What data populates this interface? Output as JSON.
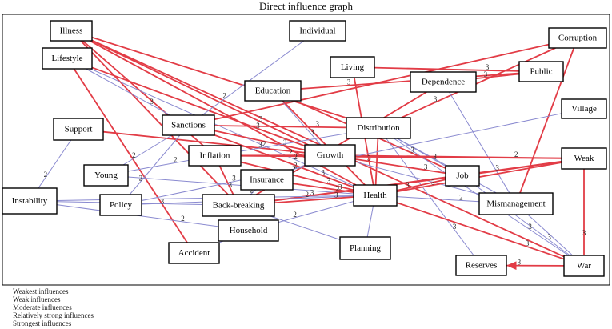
{
  "title": "Direct influence graph",
  "nodes": [
    {
      "id": "illness",
      "label": "Illness"
    },
    {
      "id": "individual",
      "label": "Individual"
    },
    {
      "id": "corruption",
      "label": "Corruption"
    },
    {
      "id": "lifestyle",
      "label": "Lifestyle"
    },
    {
      "id": "living",
      "label": "Living"
    },
    {
      "id": "public",
      "label": "Public"
    },
    {
      "id": "dependence",
      "label": "Dependence"
    },
    {
      "id": "education",
      "label": "Education"
    },
    {
      "id": "village",
      "label": "Village"
    },
    {
      "id": "support",
      "label": "Support"
    },
    {
      "id": "sanctions",
      "label": "Sanctions"
    },
    {
      "id": "distribution",
      "label": "Distribution"
    },
    {
      "id": "inflation",
      "label": "Inflation"
    },
    {
      "id": "growth",
      "label": "Growth"
    },
    {
      "id": "weak",
      "label": "Weak"
    },
    {
      "id": "young",
      "label": "Young"
    },
    {
      "id": "insurance",
      "label": "Insurance"
    },
    {
      "id": "job",
      "label": "Job"
    },
    {
      "id": "instability",
      "label": "Instability"
    },
    {
      "id": "policy",
      "label": "Policy"
    },
    {
      "id": "backbreaking",
      "label": "Back-breaking"
    },
    {
      "id": "health",
      "label": "Health"
    },
    {
      "id": "mismanagement",
      "label": "Mismanagement"
    },
    {
      "id": "household",
      "label": "Household"
    },
    {
      "id": "planning",
      "label": "Planning"
    },
    {
      "id": "accident",
      "label": "Accident"
    },
    {
      "id": "reserves",
      "label": "Reserves"
    },
    {
      "id": "war",
      "label": "War"
    }
  ],
  "edges": [
    {
      "from": "illness",
      "to": "growth",
      "strength": "strongest",
      "label": "3"
    },
    {
      "from": "illness",
      "to": "health",
      "strength": "strongest",
      "label": ""
    },
    {
      "from": "illness",
      "to": "backbreaking",
      "strength": "strongest",
      "label": ""
    },
    {
      "from": "illness",
      "to": "distribution",
      "strength": "strongest",
      "label": "3"
    },
    {
      "from": "illness",
      "to": "war",
      "strength": "strongest",
      "label": ""
    },
    {
      "from": "illness",
      "to": "inflation",
      "strength": "strongest",
      "label": ""
    },
    {
      "from": "lifestyle",
      "to": "accident",
      "strength": "strongest",
      "label": "3"
    },
    {
      "from": "lifestyle",
      "to": "health",
      "strength": "moderate",
      "label": "2"
    },
    {
      "from": "lifestyle",
      "to": "sanctions",
      "strength": "moderate",
      "label": "3"
    },
    {
      "from": "lifestyle",
      "to": "growth",
      "strength": "strongest",
      "label": "3"
    },
    {
      "from": "individual",
      "to": "sanctions",
      "strength": "moderate",
      "label": "2"
    },
    {
      "from": "corruption",
      "to": "sanctions",
      "strength": "strongest",
      "label": ""
    },
    {
      "from": "corruption",
      "to": "mismanagement",
      "strength": "strongest",
      "label": ""
    },
    {
      "from": "corruption",
      "to": "distribution",
      "strength": "strongest",
      "label": "3"
    },
    {
      "from": "living",
      "to": "public",
      "strength": "strongest",
      "label": "3"
    },
    {
      "from": "living",
      "to": "health",
      "strength": "strongest",
      "label": "3"
    },
    {
      "from": "public",
      "to": "education",
      "strength": "strongest",
      "label": "3"
    },
    {
      "from": "public",
      "to": "dependence",
      "strength": "strongest",
      "label": "3"
    },
    {
      "from": "dependence",
      "to": "mismanagement",
      "strength": "moderate",
      "label": ""
    },
    {
      "from": "dependence",
      "to": "backbreaking",
      "strength": "strongest",
      "label": "2"
    },
    {
      "from": "education",
      "to": "growth",
      "strength": "moderate",
      "label": "3"
    },
    {
      "from": "education",
      "to": "health",
      "strength": "strongest",
      "label": "3"
    },
    {
      "from": "education",
      "to": "job",
      "strength": "strongest",
      "label": "3"
    },
    {
      "from": "support",
      "to": "instability",
      "strength": "moderate",
      "label": "2"
    },
    {
      "from": "support",
      "to": "growth",
      "strength": "strongest",
      "label": "3"
    },
    {
      "from": "sanctions",
      "to": "growth",
      "strength": "strongest",
      "label": "3"
    },
    {
      "from": "sanctions",
      "to": "health",
      "strength": "strongest",
      "label": "3"
    },
    {
      "from": "sanctions",
      "to": "young",
      "strength": "moderate",
      "label": "2"
    },
    {
      "from": "sanctions",
      "to": "policy",
      "strength": "moderate",
      "label": "2"
    },
    {
      "from": "sanctions",
      "to": "distribution",
      "strength": "strongest",
      "label": "3"
    },
    {
      "from": "distribution",
      "to": "inflation",
      "strength": "moderate",
      "label": "2"
    },
    {
      "from": "distribution",
      "to": "job",
      "strength": "moderate",
      "label": "3"
    },
    {
      "from": "distribution",
      "to": "war",
      "strength": "moderate",
      "label": "3"
    },
    {
      "from": "distribution",
      "to": "reserves",
      "strength": "moderate",
      "label": "3"
    },
    {
      "from": "distribution",
      "to": "health",
      "strength": "strongest",
      "label": ""
    },
    {
      "from": "distribution",
      "to": "mismanagement",
      "strength": "moderate",
      "label": ""
    },
    {
      "from": "inflation",
      "to": "growth",
      "strength": "strongest",
      "label": "2"
    },
    {
      "from": "inflation",
      "to": "backbreaking",
      "strength": "strongest",
      "label": "3"
    },
    {
      "from": "inflation",
      "to": "health",
      "strength": "strongest",
      "label": "3"
    },
    {
      "from": "growth",
      "to": "job",
      "strength": "strongest",
      "label": "3"
    },
    {
      "from": "growth",
      "to": "weak",
      "strength": "strongest",
      "label": "2"
    },
    {
      "from": "growth",
      "to": "mismanagement",
      "strength": "moderate",
      "label": ""
    },
    {
      "from": "growth",
      "to": "insurance",
      "strength": "moderate",
      "label": "2"
    },
    {
      "from": "village",
      "to": "policy",
      "strength": "moderate",
      "label": "3"
    },
    {
      "from": "weak",
      "to": "war",
      "strength": "strongest",
      "label": "3"
    },
    {
      "from": "weak",
      "to": "backbreaking",
      "strength": "strongest",
      "label": "2"
    },
    {
      "from": "weak",
      "to": "health",
      "strength": "strongest",
      "label": "3"
    },
    {
      "from": "weak",
      "to": "inflation",
      "strength": "strongest",
      "label": "2"
    },
    {
      "from": "weak",
      "to": "job",
      "strength": "strongest",
      "label": "3"
    },
    {
      "from": "young",
      "to": "inflation",
      "strength": "moderate",
      "label": "2"
    },
    {
      "from": "young",
      "to": "health",
      "strength": "moderate",
      "label": ""
    },
    {
      "from": "insurance",
      "to": "health",
      "strength": "strongest",
      "label": "3"
    },
    {
      "from": "insurance",
      "to": "backbreaking",
      "strength": "moderate",
      "label": "2"
    },
    {
      "from": "job",
      "to": "health",
      "strength": "strongest",
      "label": "3"
    },
    {
      "from": "job",
      "to": "war",
      "strength": "moderate",
      "label": "3"
    },
    {
      "from": "job",
      "to": "backbreaking",
      "strength": "strongest",
      "label": "3"
    },
    {
      "from": "instability",
      "to": "backbreaking",
      "strength": "moderate",
      "label": ""
    },
    {
      "from": "instability",
      "to": "household",
      "strength": "moderate",
      "label": "2"
    },
    {
      "from": "instability",
      "to": "health",
      "strength": "moderate",
      "label": ""
    },
    {
      "from": "policy",
      "to": "health",
      "strength": "moderate",
      "label": "2"
    },
    {
      "from": "backbreaking",
      "to": "health",
      "strength": "strongest",
      "label": "3"
    },
    {
      "from": "backbreaking",
      "to": "planning",
      "strength": "moderate",
      "label": ""
    },
    {
      "from": "health",
      "to": "mismanagement",
      "strength": "moderate",
      "label": "2"
    },
    {
      "from": "health",
      "to": "war",
      "strength": "strongest",
      "label": "3"
    },
    {
      "from": "health",
      "to": "planning",
      "strength": "moderate",
      "label": ""
    },
    {
      "from": "health",
      "to": "household",
      "strength": "moderate",
      "label": "2"
    },
    {
      "from": "mismanagement",
      "to": "war",
      "strength": "moderate",
      "label": ""
    },
    {
      "from": "war",
      "to": "reserves",
      "strength": "strongest",
      "label": "3"
    },
    {
      "from": "household",
      "to": "accident",
      "strength": "moderate",
      "label": ""
    }
  ],
  "legend": [
    {
      "label": "Weakest influences",
      "strength": "weakest"
    },
    {
      "label": "Weak influences",
      "strength": "weak"
    },
    {
      "label": "Moderate influences",
      "strength": "moderate"
    },
    {
      "label": "Relatively strong influences",
      "strength": "strong"
    },
    {
      "label": "Strongest influences",
      "strength": "strongest"
    }
  ],
  "colors": {
    "weakest": "#c8c8d8",
    "weak": "#9a9aaa",
    "moderate": "#8a8ad0",
    "strong": "#4a4acc",
    "strongest": "#e23c46"
  }
}
